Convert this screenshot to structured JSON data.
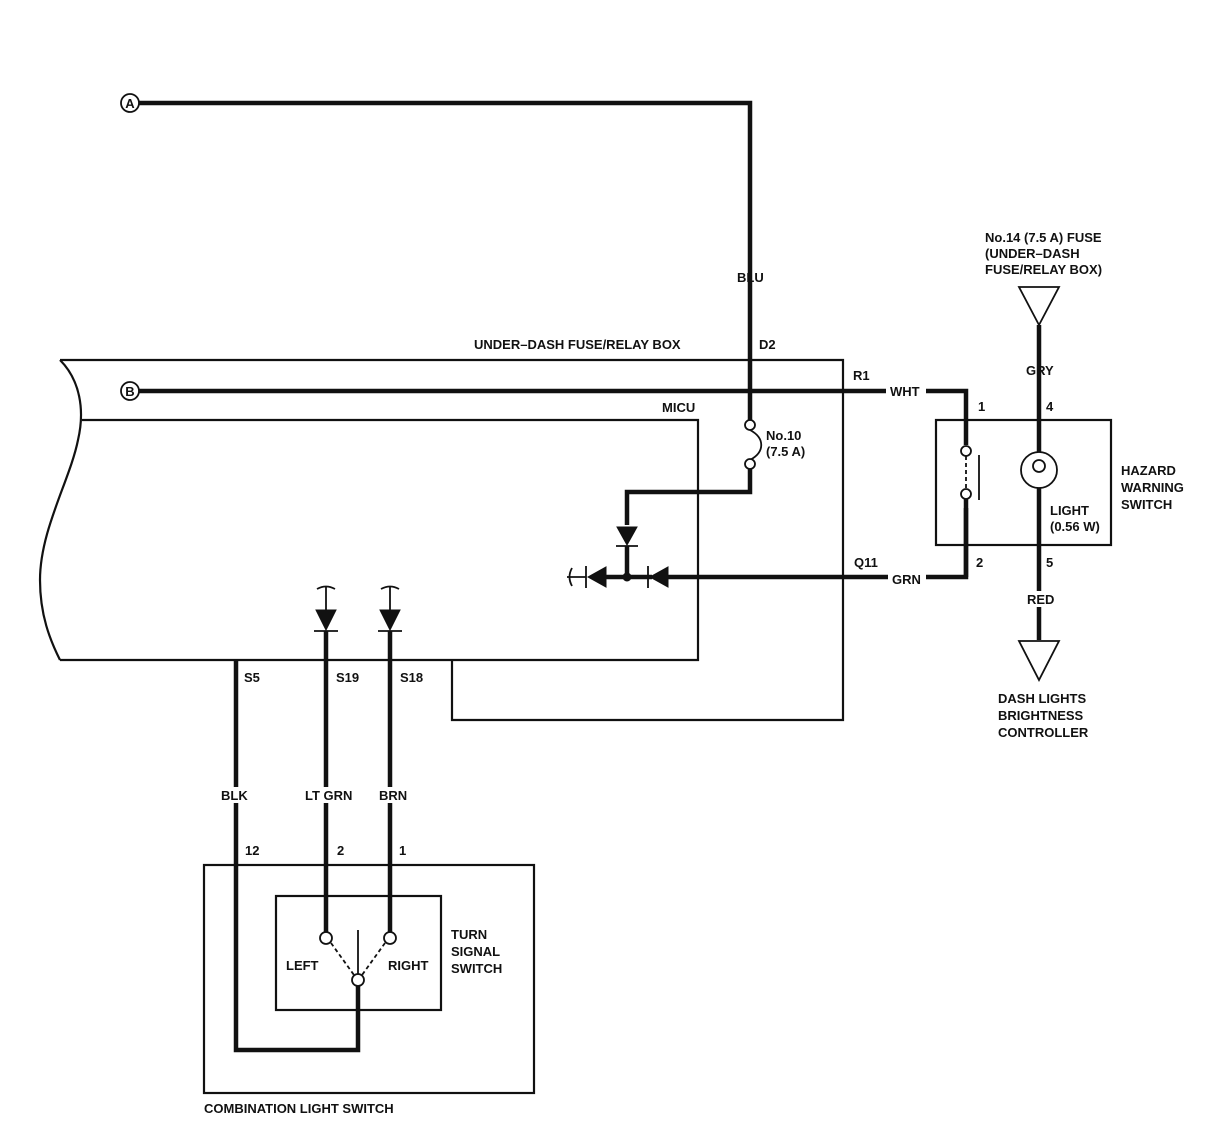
{
  "connectors": {
    "a": "A",
    "b": "B"
  },
  "wires": {
    "blu": "BLU",
    "wht": "WHT",
    "grn": "GRN",
    "gry": "GRY",
    "red": "RED",
    "blk": "BLK",
    "lt_grn": "LT GRN",
    "brn": "BRN"
  },
  "under_dash_box": {
    "title": "UNDER–DASH FUSE/RELAY BOX",
    "pin_d2": "D2",
    "pin_r1": "R1",
    "pin_q11": "Q11",
    "pin_s5": "S5",
    "pin_s19": "S19",
    "pin_s18": "S18",
    "micu": "MICU",
    "fuse_no10": "No.10",
    "fuse_no10_rating": "(7.5 A)"
  },
  "fuse14": {
    "line1": "No.14 (7.5 A) FUSE",
    "line2": "(UNDER–DASH",
    "line3": "FUSE/RELAY BOX)"
  },
  "hazard_switch": {
    "pin1": "1",
    "pin2": "2",
    "pin4": "4",
    "pin5": "5",
    "light_label": "LIGHT",
    "light_rating": "(0.56 W)",
    "name_line1": "HAZARD",
    "name_line2": "WARNING",
    "name_line3": "SWITCH"
  },
  "dash_lights": {
    "line1": "DASH LIGHTS",
    "line2": "BRIGHTNESS",
    "line3": "CONTROLLER"
  },
  "combination_switch": {
    "pin12": "12",
    "pin2": "2",
    "pin1": "1",
    "left": "LEFT",
    "right": "RIGHT",
    "turn_line1": "TURN",
    "turn_line2": "SIGNAL",
    "turn_line3": "SWITCH",
    "name": "COMBINATION LIGHT SWITCH"
  }
}
